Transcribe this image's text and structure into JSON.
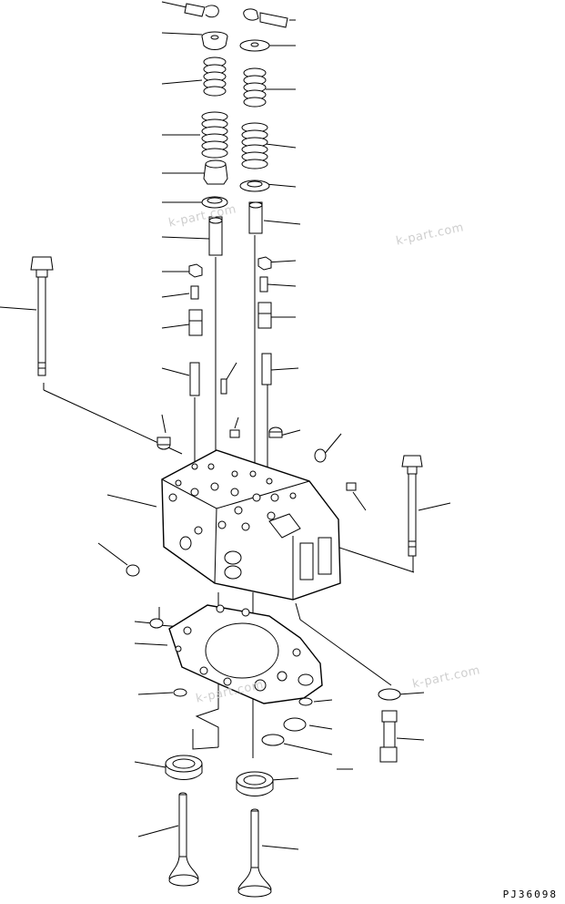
{
  "diagram": {
    "drawing_code": "PJ36098",
    "watermarks": [
      "k-part.com",
      "k-part.com",
      "k-part.com",
      "k-part.com"
    ]
  }
}
